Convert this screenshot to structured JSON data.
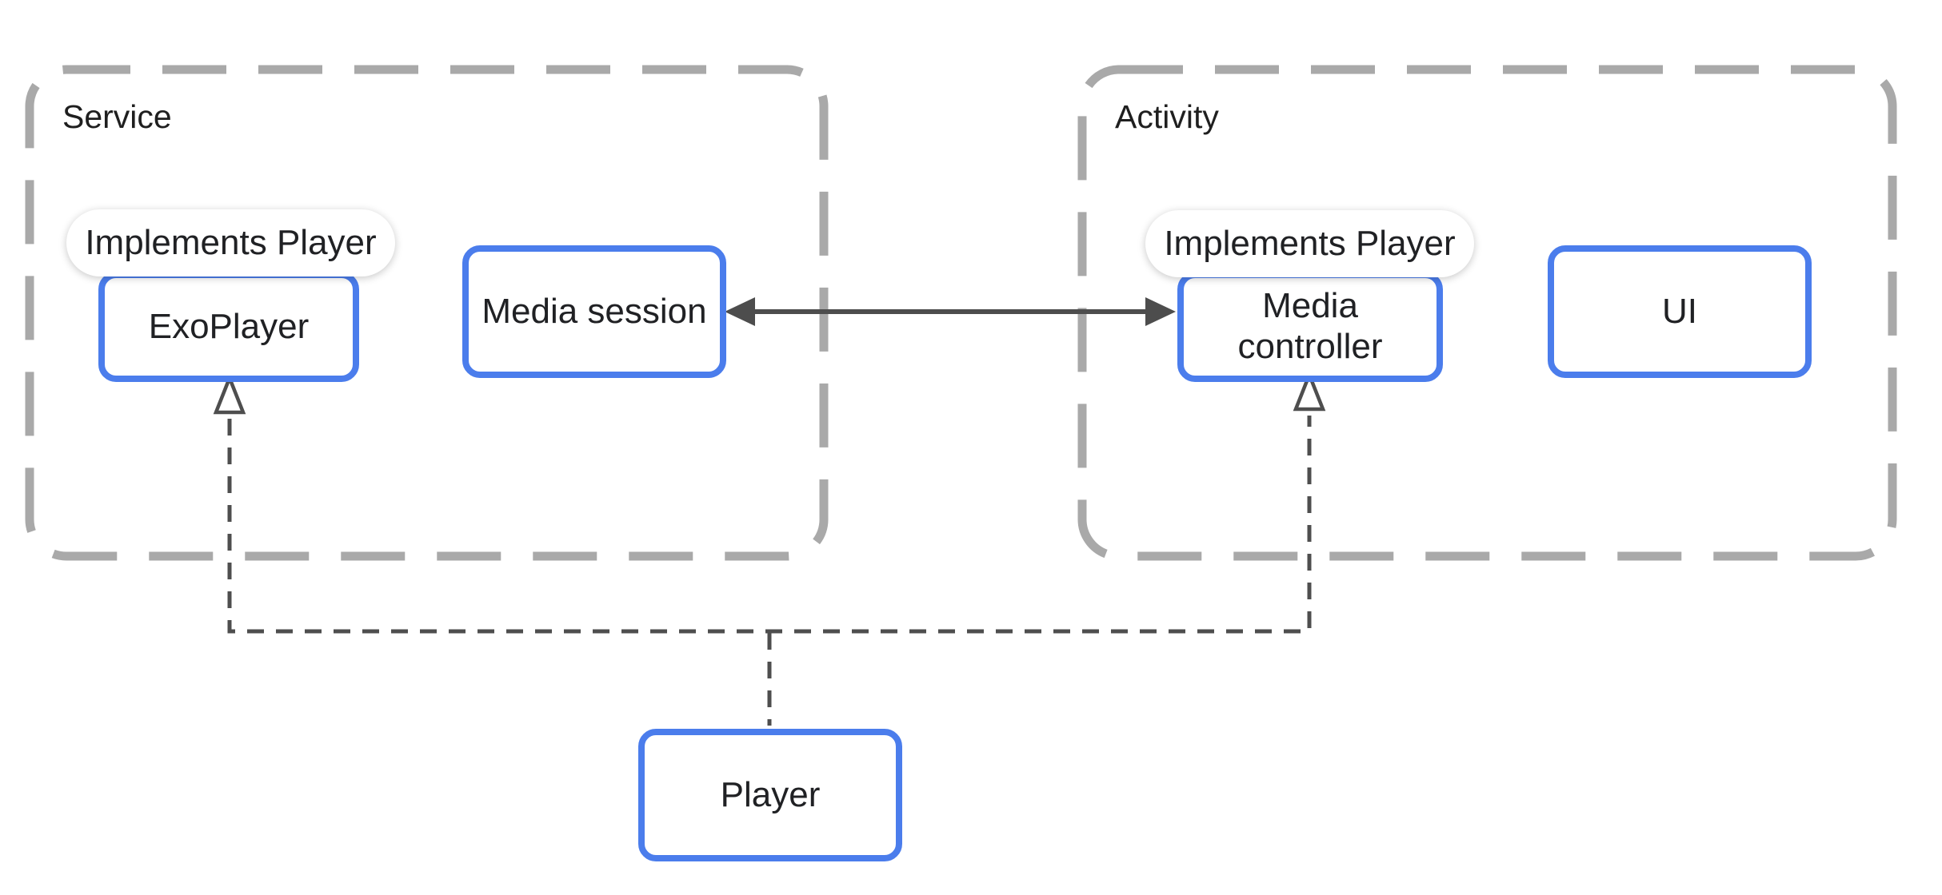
{
  "service": {
    "label": "Service",
    "badge": "Implements Player",
    "exoplayer_label": "ExoPlayer",
    "media_session_label": "Media session"
  },
  "activity": {
    "label": "Activity",
    "badge": "Implements Player",
    "media_controller_label": "Media controller",
    "ui_label": "UI"
  },
  "player_label": "Player",
  "colors": {
    "box_border_blue": "#4b7dec",
    "container_dash_gray": "#a9a9a9",
    "connector_dark_gray": "#4e4e4e",
    "text": "#202124",
    "badge_background": "#ffffff"
  }
}
